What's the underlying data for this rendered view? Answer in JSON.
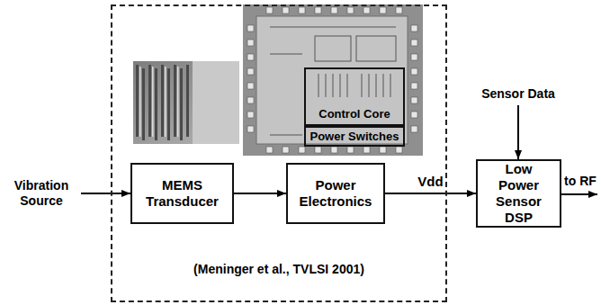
{
  "diagram": {
    "nodes": [
      {
        "text": [
          "(Meninger et al., TVLSI 2001)"
        ]
      },
      {
        "text": [
          "Control Core"
        ],
        "in": 0
      },
      {
        "text": [
          "Power Switches"
        ],
        "in": 0
      },
      {
        "text": [
          "MEMS Transducer"
        ],
        "in": 0
      },
      {
        "text": [
          "Power Electronics"
        ],
        "in": 0
      },
      {
        "text": [
          "Low Power Sensor DSP"
        ]
      }
    ],
    "edges": [
      {
        "from": 3,
        "to": 4,
        "arrow": "to"
      },
      {
        "from": 4,
        "to": 5,
        "arrow": "to",
        "label": "Vdd"
      }
    ],
    "labels": [
      "Vibration Source",
      "Sensor Data",
      "to RF"
    ]
  }
}
